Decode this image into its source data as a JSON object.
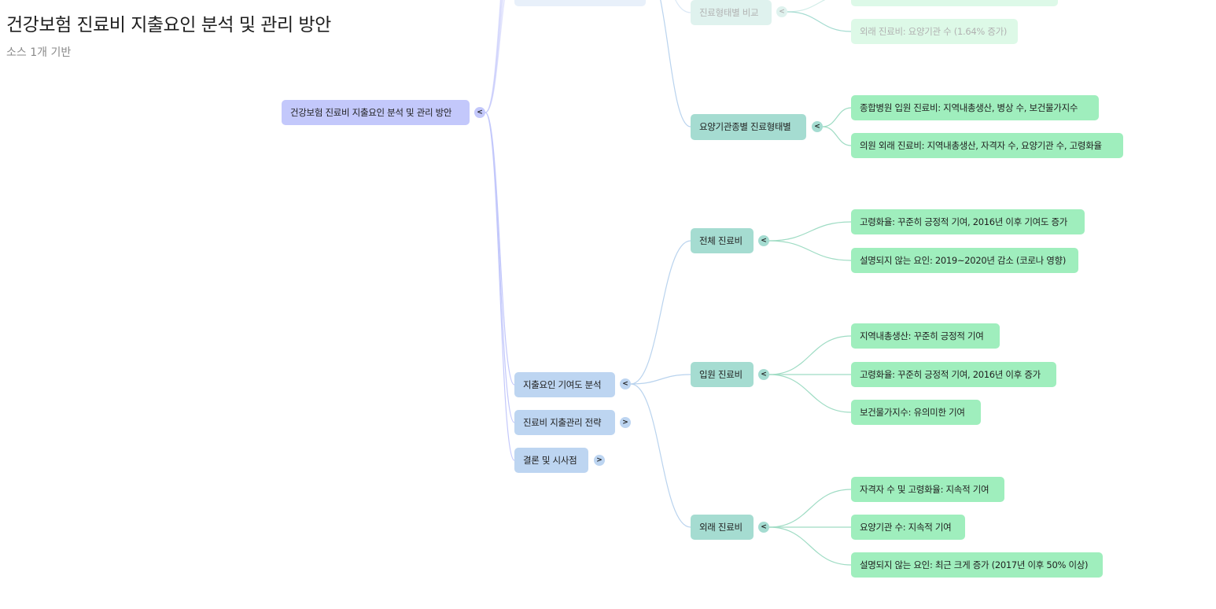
{
  "header": {
    "title": "건강보험 진료비 지출요인 분석 및 관리 방안",
    "subtitle": "소스 1개 기반"
  },
  "mindmap": {
    "root": {
      "label": "건강보험 진료비 지출요인 분석 및 관리 방안",
      "toggle": "<"
    },
    "level1": [
      {
        "label": "지출요인 기여도 분석",
        "toggle": "<"
      },
      {
        "label": "진료비 지출관리 전략",
        "toggle": ">"
      },
      {
        "label": "결론 및 시사점",
        "toggle": ">"
      }
    ],
    "level2": [
      {
        "label": "진료형태별 비교",
        "toggle": "<"
      },
      {
        "label": "요양기관종별 진료형태별",
        "toggle": "<"
      },
      {
        "label": "전체 진료비",
        "toggle": "<"
      },
      {
        "label": "입원 진료비",
        "toggle": "<"
      },
      {
        "label": "외래 진료비",
        "toggle": "<"
      }
    ],
    "level3": [
      {
        "label": "외래 진료비: 요양기관 수 (1.64% 증가)"
      },
      {
        "label": "종합병원 입원 진료비: 지역내총생산, 병상 수, 보건물가지수"
      },
      {
        "label": "의원 외래 진료비: 지역내총생산, 자격자 수, 요양기관 수, 고령화율"
      },
      {
        "label": "고령화율: 꾸준히 긍정적 기여, 2016년 이후 기여도 증가"
      },
      {
        "label": "설명되지 않는 요인: 2019~2020년 감소 (코로나 영향)"
      },
      {
        "label": "지역내총생산: 꾸준히 긍정적 기여"
      },
      {
        "label": "고령화율: 꾸준히 긍정적 기여, 2016년 이후 증가"
      },
      {
        "label": "보건물가지수: 유의미한 기여"
      },
      {
        "label": "자격자 수 및 고령화율: 지속적 기여"
      },
      {
        "label": "요양기관 수: 지속적 기여"
      },
      {
        "label": "설명되지 않는 요인: 최근 크게 증가 (2017년 이후 50% 이상)"
      }
    ]
  },
  "colors": {
    "root": "#c3c8fb",
    "level1": "#bdd5f1",
    "level2": "#a5dcd1",
    "level3": "#9feebd"
  }
}
